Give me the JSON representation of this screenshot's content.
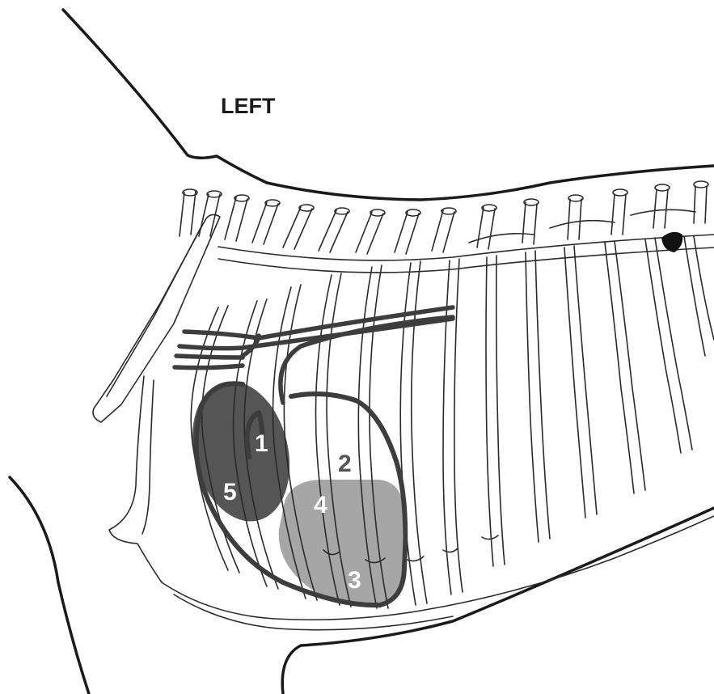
{
  "diagram": {
    "side_label": "LEFT",
    "areas": [
      {
        "number": "1",
        "color": "#ffffff"
      },
      {
        "number": "2",
        "color": "#555555"
      },
      {
        "number": "3",
        "color": "#ffffff"
      },
      {
        "number": "4",
        "color": "#ffffff"
      },
      {
        "number": "5",
        "color": "#ffffff"
      }
    ],
    "region_colors": {
      "dark_zone": "#555555",
      "light_zone": "#a6a6a6"
    }
  }
}
